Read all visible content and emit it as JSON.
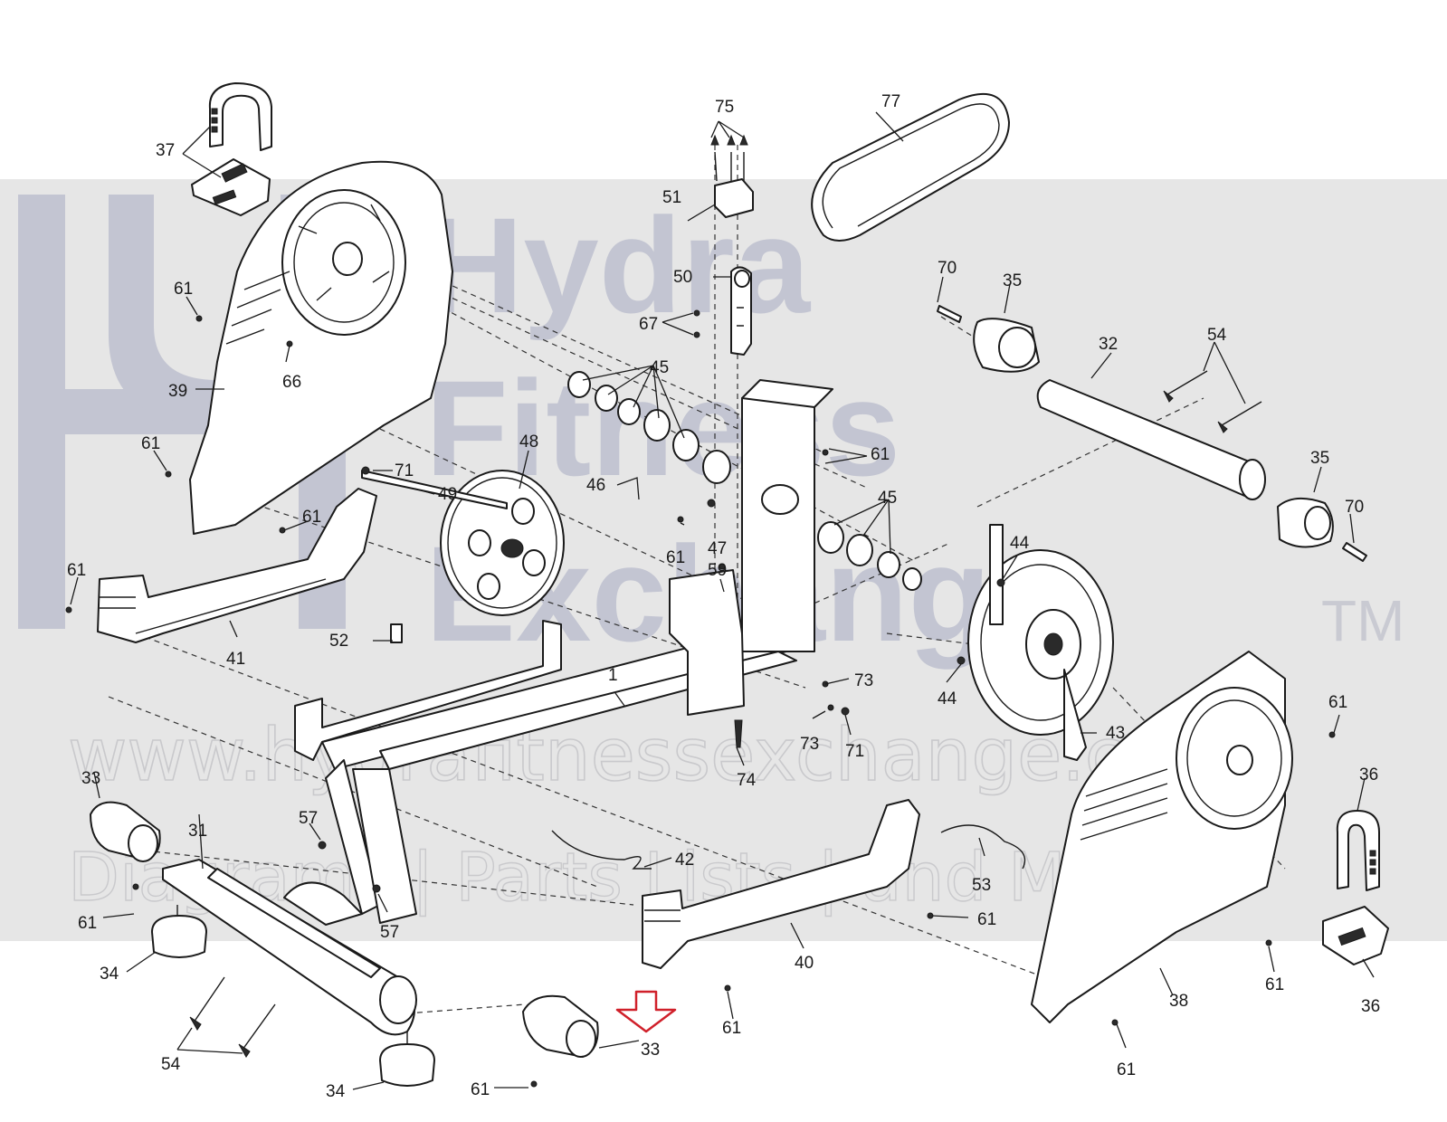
{
  "watermark": {
    "line1": "Hydra",
    "line2": "Fitness",
    "line3": "Exchange",
    "trademark": "TM",
    "url": "www.hydrafitnessexchange.com",
    "tagline": "Diagrams | Parts Lists | and More",
    "band_color": "#e6e6e6",
    "text_color": "#c3c5d2"
  },
  "highlight_arrow": {
    "color": "#d0202a",
    "points_to": "33"
  },
  "callouts": {
    "c1": "1",
    "c31": "31",
    "c32": "32",
    "c33a": "33",
    "c33b": "33",
    "c34a": "34",
    "c34b": "34",
    "c35a": "35",
    "c35b": "35",
    "c36a": "36",
    "c36b": "36",
    "c37": "37",
    "c38": "38",
    "c39": "39",
    "c40": "40",
    "c41": "41",
    "c42": "42",
    "c43": "43",
    "c44a": "44",
    "c44b": "44",
    "c45a": "45",
    "c45b": "45",
    "c46": "46",
    "c47": "47",
    "c48": "48",
    "c49": "49",
    "c50": "50",
    "c51": "51",
    "c52": "52",
    "c53": "53",
    "c54a": "54",
    "c54b": "54",
    "c57a": "57",
    "c57b": "57",
    "c59": "59",
    "c61a": "61",
    "c61b": "61",
    "c61c": "61",
    "c61d": "61",
    "c61e": "61",
    "c61f": "61",
    "c61g": "61",
    "c61h": "61",
    "c61i": "61",
    "c61j": "61",
    "c61k": "61",
    "c61l": "61",
    "c61m": "61",
    "c66": "66",
    "c67": "67",
    "c70a": "70",
    "c70b": "70",
    "c71a": "71",
    "c71b": "71",
    "c73a": "73",
    "c73b": "73",
    "c74": "74",
    "c75": "75",
    "c77": "77"
  }
}
